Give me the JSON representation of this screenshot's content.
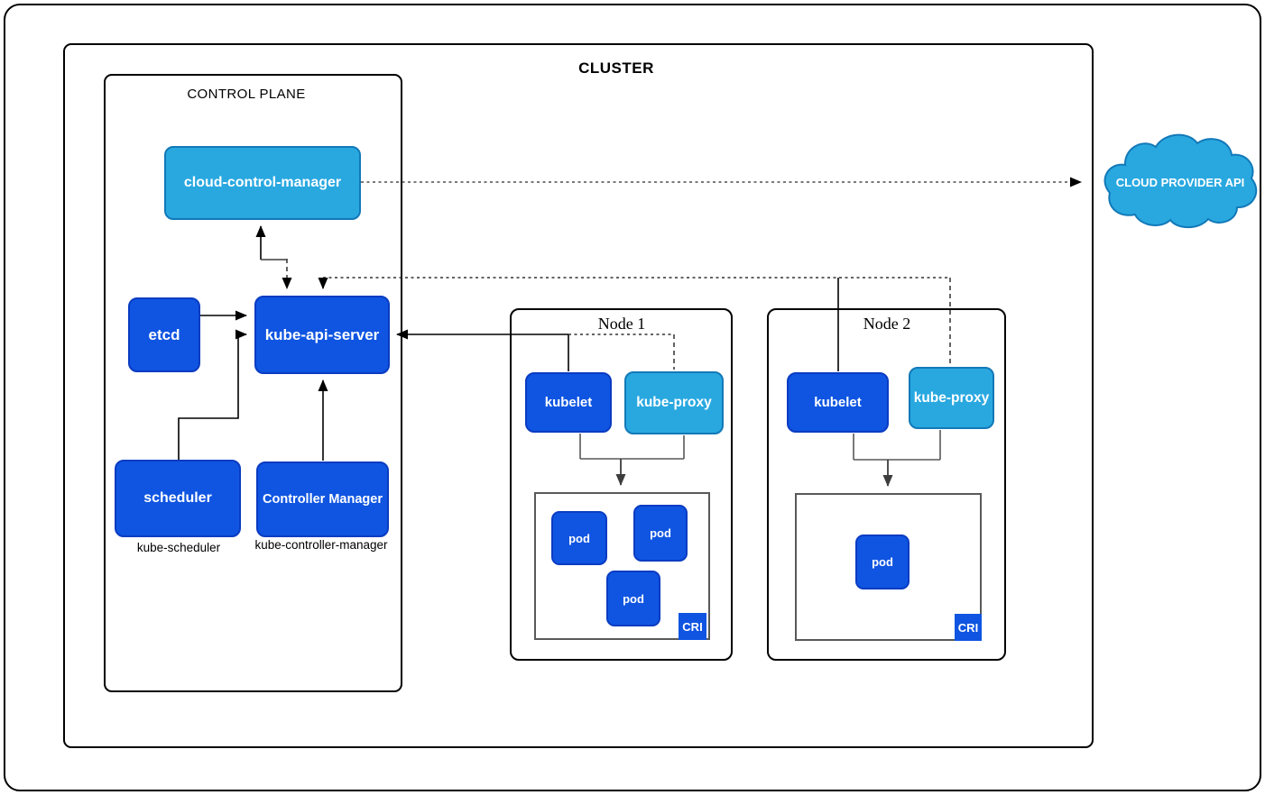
{
  "cluster": {
    "title": "CLUSTER"
  },
  "control_plane": {
    "title": "CONTROL PLANE",
    "cloud_control_manager": "cloud-control-manager",
    "etcd": "etcd",
    "kube_api_server": "kube-api-server",
    "scheduler": "scheduler",
    "controller_manager": "Controller Manager",
    "scheduler_caption": "kube-scheduler",
    "controller_manager_caption": "kube-controller-manager"
  },
  "nodes": [
    {
      "title": "Node 1",
      "kubelet": "kubelet",
      "kube_proxy": "kube-proxy",
      "cri_label": "CRI",
      "pods": [
        "pod",
        "pod",
        "pod"
      ]
    },
    {
      "title": "Node 2",
      "kubelet": "kubelet",
      "kube_proxy": "kube-proxy",
      "cri_label": "CRI",
      "pods": [
        "pod"
      ]
    }
  ],
  "external": {
    "cloud_provider_api": "CLOUD PROVIDER API"
  },
  "colors": {
    "component_blue": "#0F55E1",
    "component_blue_border": "#0A3CC2",
    "accent_light_blue": "#29A8E0",
    "accent_light_blue_border": "#1279B8",
    "line_black": "#000000",
    "line_gray": "#595959",
    "background": "#ffffff"
  }
}
